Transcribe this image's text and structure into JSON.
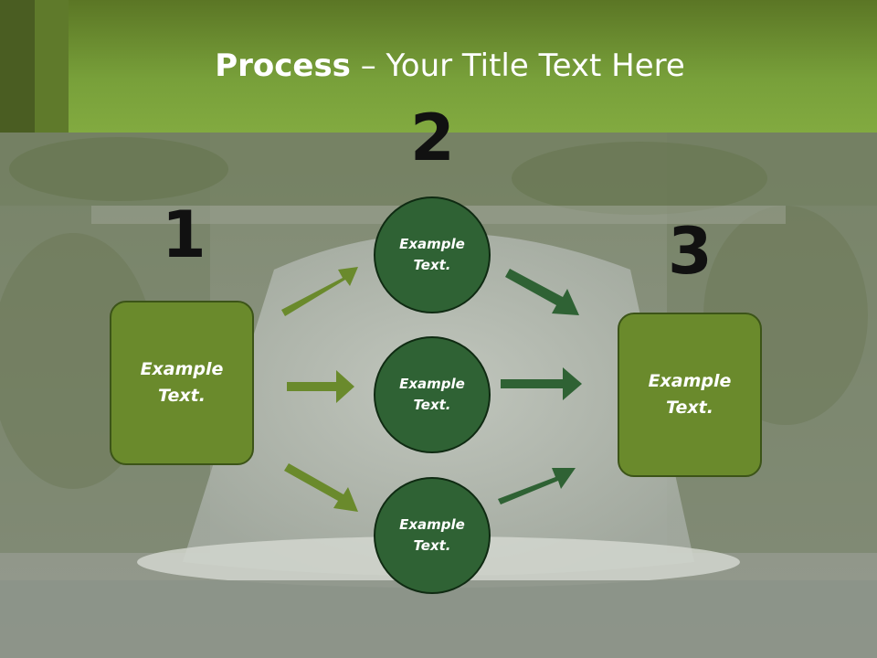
{
  "header": {
    "title_bold": "Process",
    "title_rest": " – Your Title Text Here"
  },
  "steps": {
    "one": "1",
    "two": "2",
    "three": "3"
  },
  "left_box": {
    "text": "Example Text."
  },
  "right_box": {
    "text": "Example Text."
  },
  "circles": [
    {
      "text": "Example Text."
    },
    {
      "text": "Example Text."
    },
    {
      "text": "Example Text."
    }
  ],
  "colors": {
    "header_green": "#78a03a",
    "box_green": "#6a8a2c",
    "circle_green": "#2f6234",
    "arrow_light": "#6a8a2c",
    "arrow_dark": "#2f6234"
  }
}
